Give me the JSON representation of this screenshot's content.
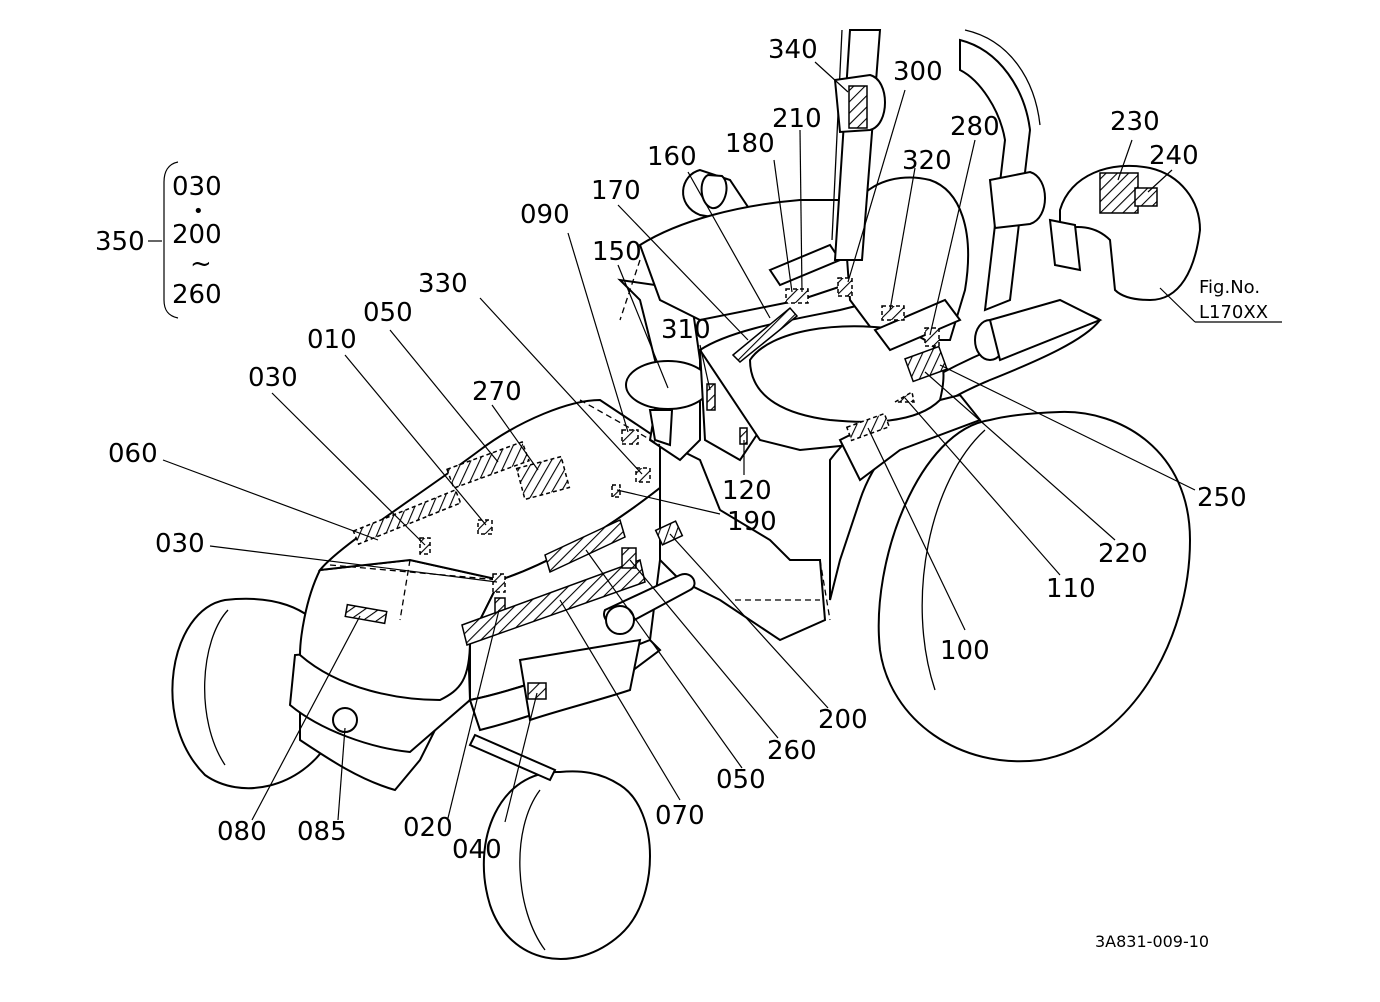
{
  "figure_number_caption": "Fig.No.",
  "figure_number": "L170XX",
  "drawing_code": "3A831-009-10",
  "group_bracket": {
    "label": "350",
    "members": [
      "030",
      "200",
      "260"
    ],
    "dot_glyph": "•",
    "range_glyph": "~"
  },
  "callouts": [
    "340",
    "300",
    "210",
    "180",
    "280",
    "320",
    "230",
    "240",
    "160",
    "170",
    "090",
    "150",
    "330",
    "050",
    "010",
    "030",
    "270",
    "310",
    "060",
    "120",
    "190",
    "030",
    "250",
    "220",
    "110",
    "100",
    "200",
    "260",
    "050",
    "070",
    "040",
    "020",
    "085",
    "080"
  ]
}
